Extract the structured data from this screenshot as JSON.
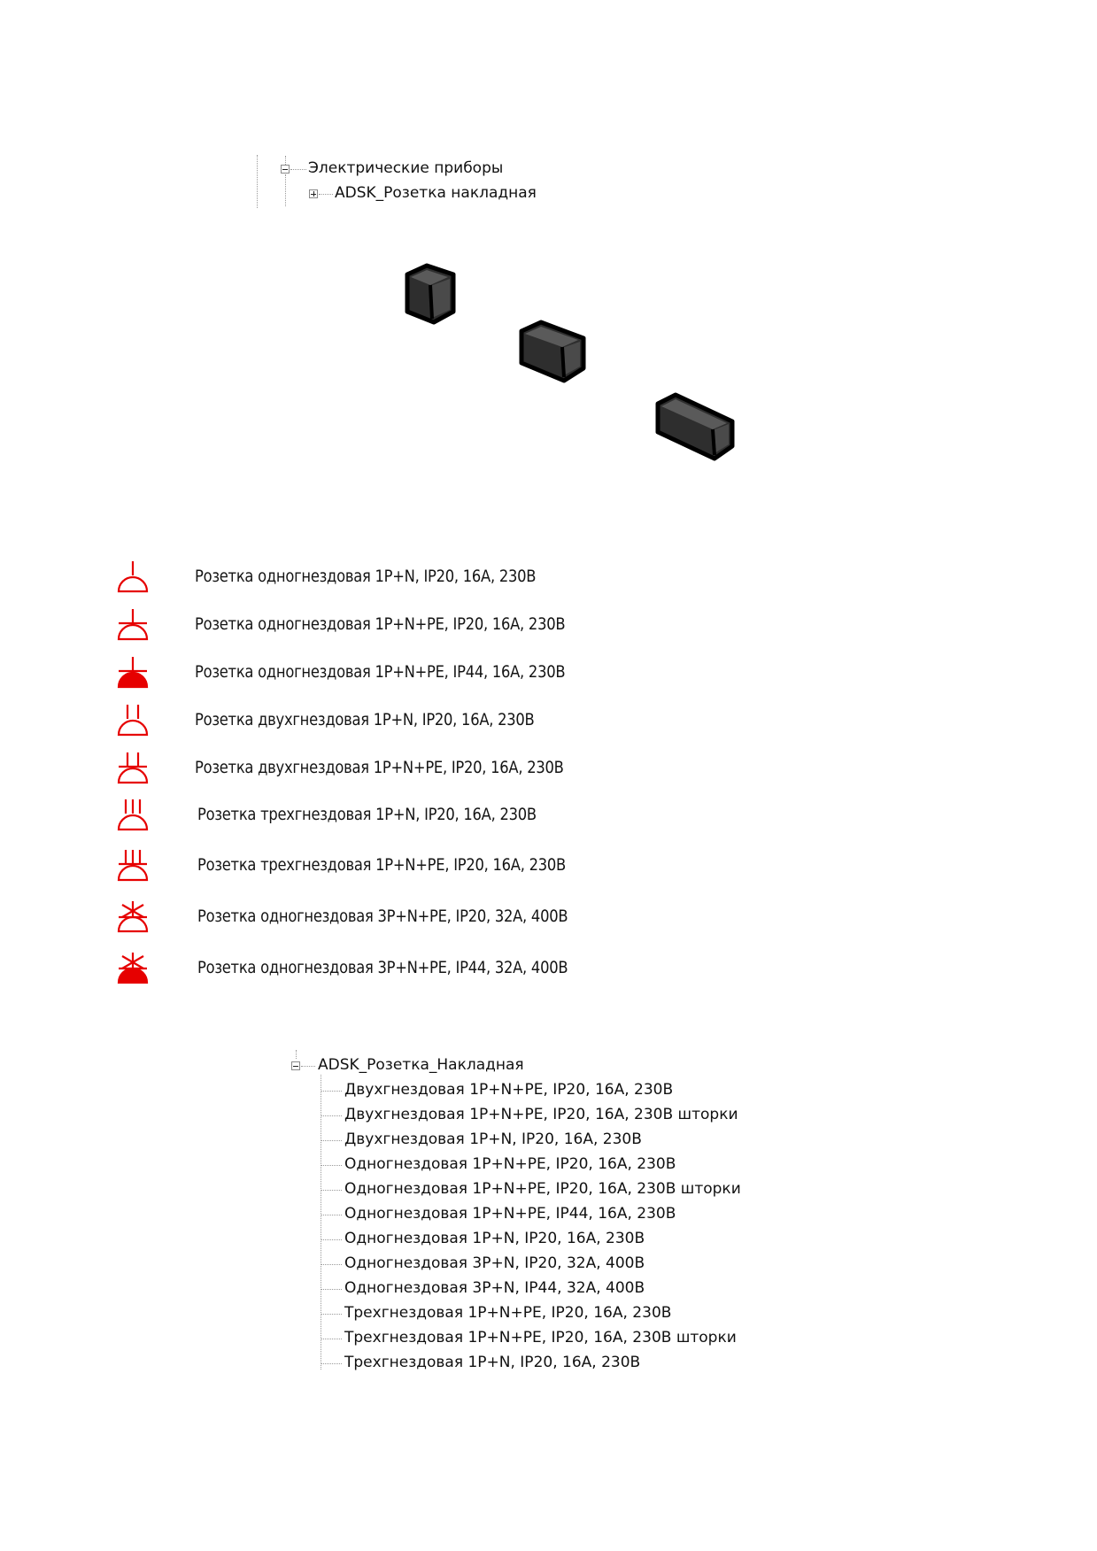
{
  "top_tree": {
    "category": "Электрические приборы",
    "family": "ADSK_Розетка накладная"
  },
  "icons": [
    "socket-1p-n-icon",
    "socket-1p-n-pe-icon",
    "socket-1p-n-pe-ip44-icon",
    "socket-double-1p-n-icon",
    "socket-double-1p-n-pe-icon",
    "socket-triple-1p-n-icon",
    "socket-triple-1p-n-pe-icon",
    "socket-3p-n-pe-icon",
    "socket-3p-n-pe-ip44-icon"
  ],
  "colors": {
    "symbol": "#e60000",
    "box_dark": "#3a3a3a",
    "tree_line": "#9a9a9a"
  },
  "legend": [
    "Розетка одногнездовая 1P+N, IP20, 16А, 230В",
    "Розетка одногнездовая 1P+N+PE, IP20, 16А, 230В",
    "Розетка одногнездовая 1P+N+PE, IP44, 16А, 230В",
    "Розетка двухгнездовая 1P+N, IP20, 16А, 230В",
    "Розетка двухгнездовая 1P+N+PE, IP20, 16А, 230В",
    "Розетка трехгнездовая 1P+N, IP20, 16А, 230В",
    "Розетка трехгнездовая 1P+N+PE, IP20, 16А, 230В",
    "Розетка одногнездовая 3P+N+PE, IP20, 32А, 400В",
    "Розетка одногнездовая 3P+N+PE, IP44, 32А, 400В"
  ],
  "bottom_tree": {
    "family": "ADSK_Розетка_Накладная",
    "types": [
      "Двухгнездовая 1P+N+PE, IP20, 16А, 230В",
      "Двухгнездовая 1P+N+PE, IP20, 16А, 230В шторки",
      "Двухгнездовая 1P+N, IP20, 16А, 230В",
      "Одногнездовая 1P+N+PE, IP20, 16А, 230В",
      "Одногнездовая 1P+N+PE, IP20, 16А, 230В шторки",
      "Одногнездовая 1P+N+PE, IP44, 16А, 230В",
      "Одногнездовая 1P+N, IP20, 16А, 230В",
      "Одногнездовая 3P+N, IP20, 32А, 400В",
      "Одногнездовая 3P+N, IP44, 32А, 400В",
      "Трехгнездовая 1P+N+PE, IP20, 16А, 230В",
      "Трехгнездовая 1P+N+PE, IP20, 16А, 230В шторки",
      "Трехгнездовая 1P+N, IP20, 16А, 230В"
    ]
  }
}
